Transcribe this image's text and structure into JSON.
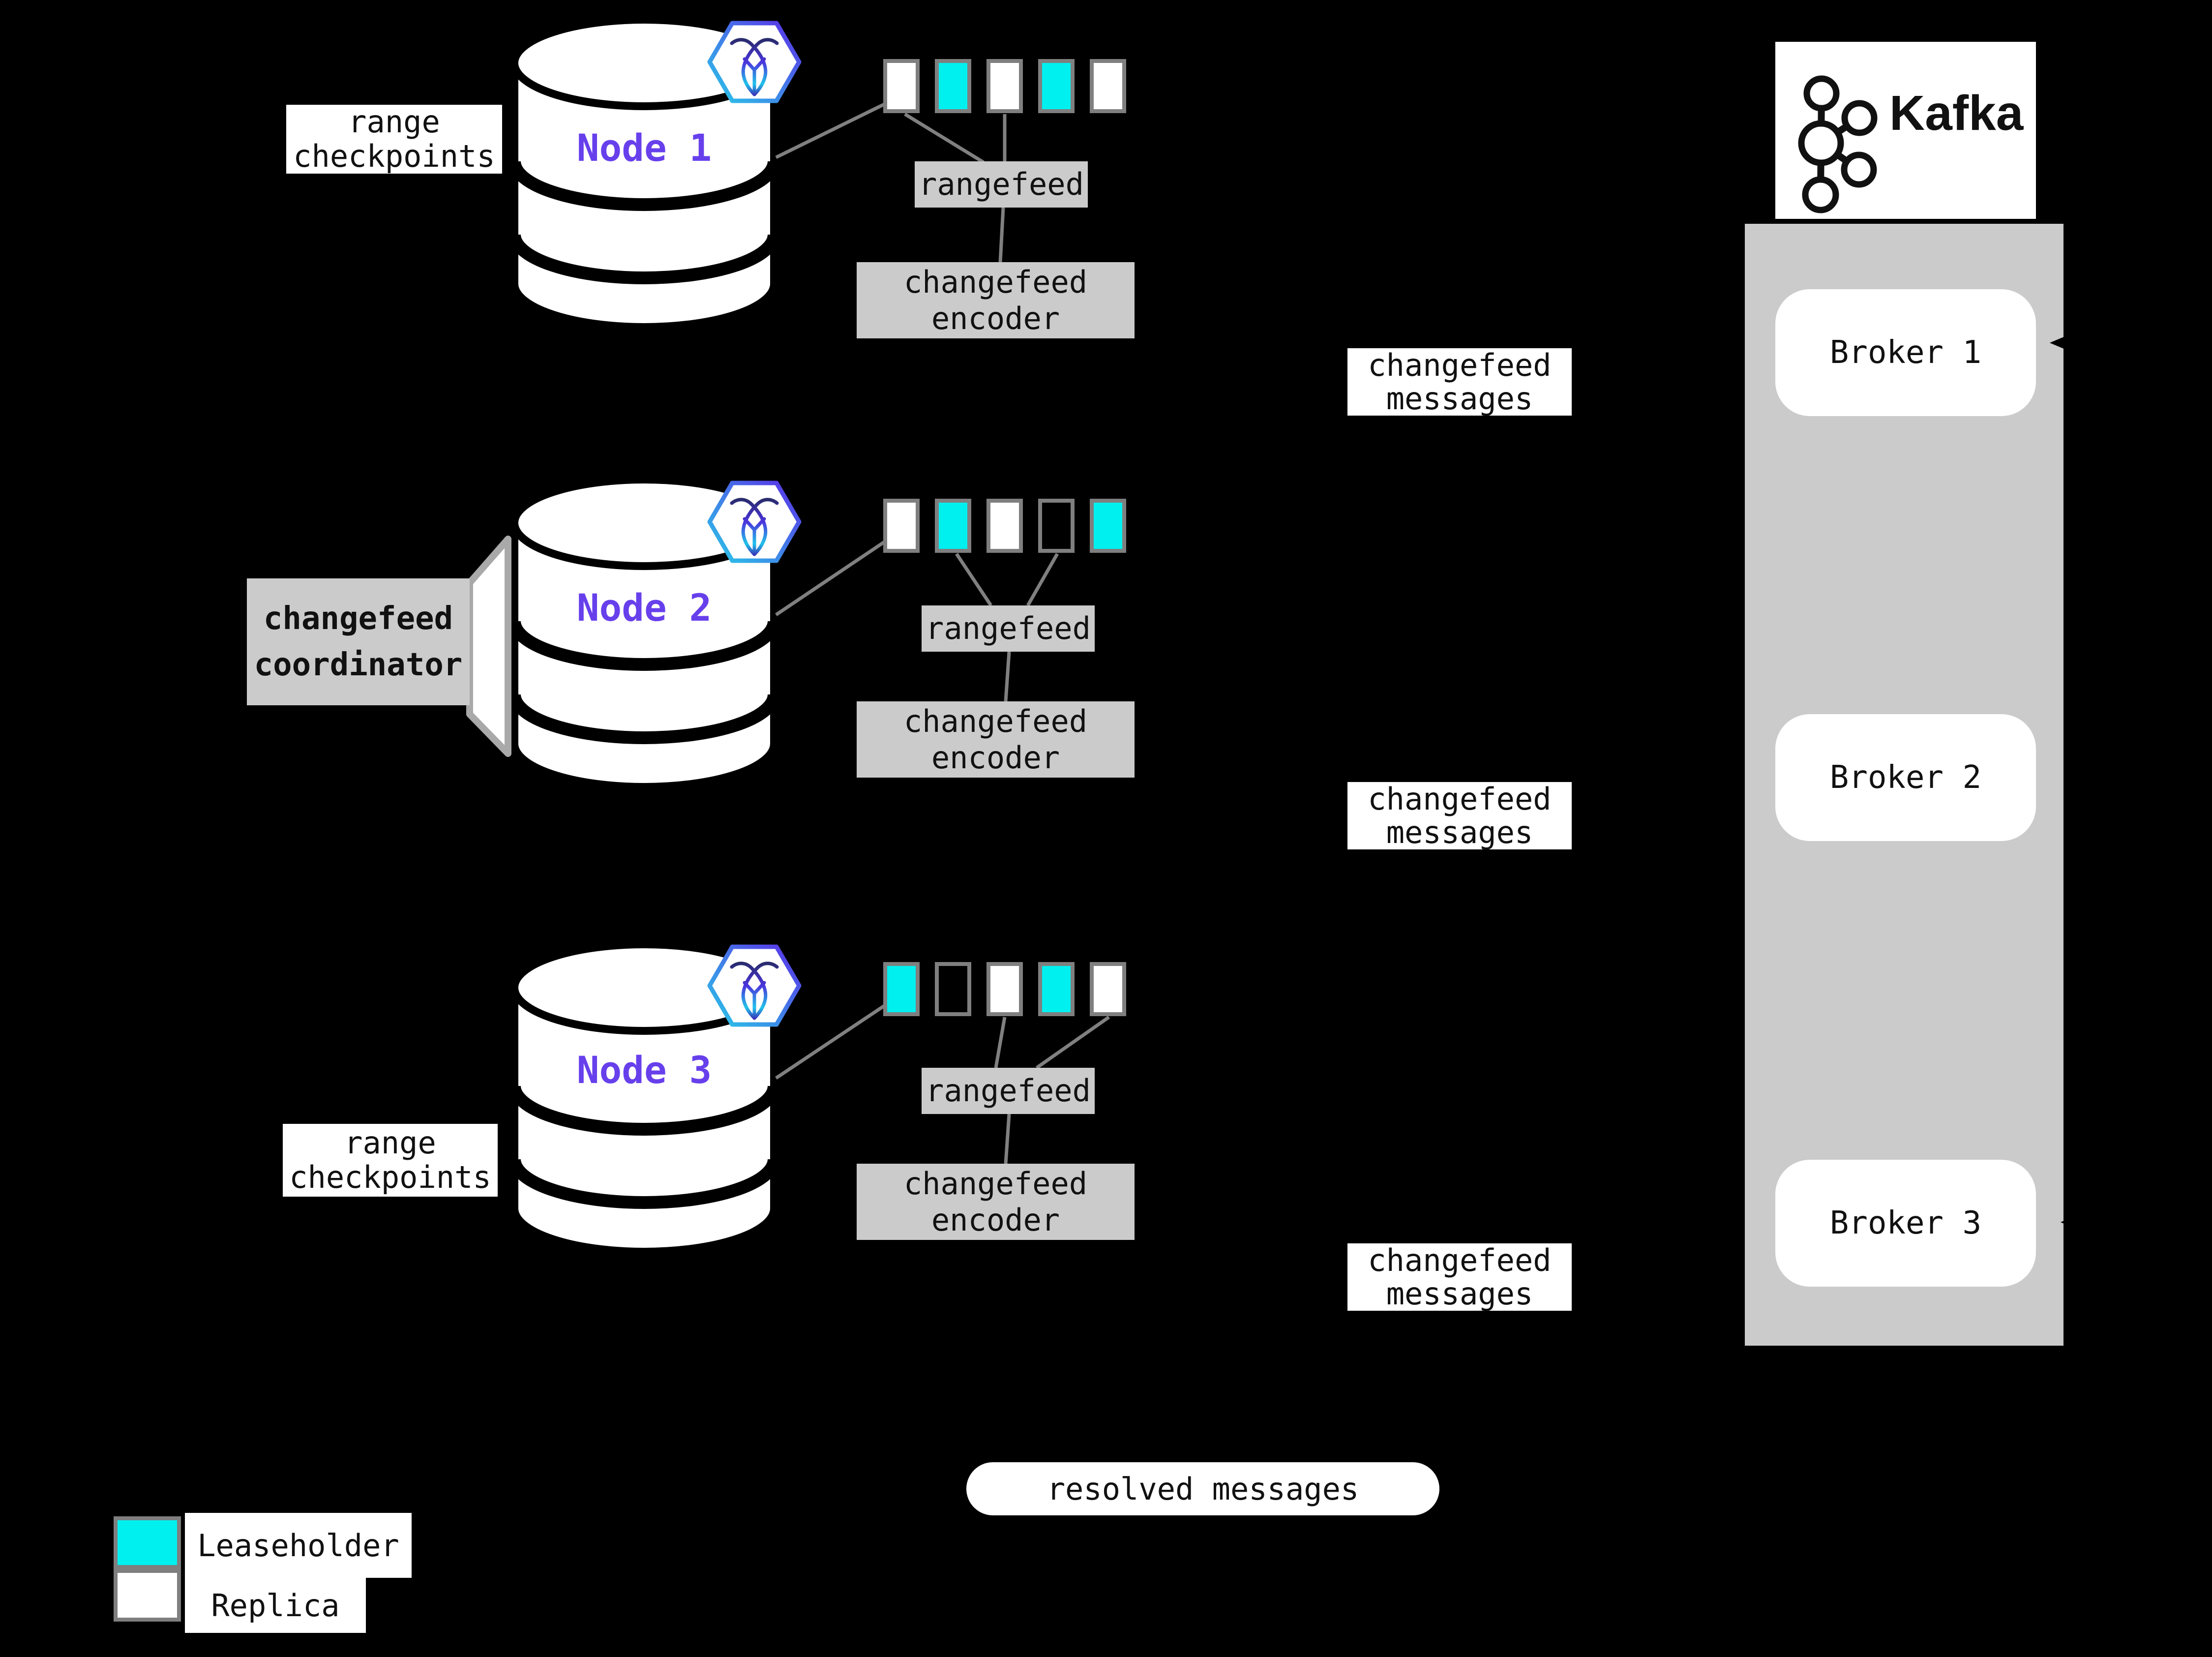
{
  "colors": {
    "background": "#000000",
    "leaseholder": "#00F0F0",
    "replica": "#FFFFFF",
    "box_gray": "#CBCBCB",
    "swatch_border": "#7F7F7F",
    "line_gray": "#808080",
    "node_label_purple": "#6740EC",
    "hex_gradient_start": "#29C9E8",
    "hex_gradient_end": "#5B2EE8"
  },
  "labels": {
    "range_checkpoints": "range checkpoints",
    "rangefeed": "rangefeed",
    "changefeed_encoder": "changefeed encoder",
    "changefeed_messages": "changefeed messages",
    "changefeed_coordinator": "changefeed coordinator",
    "resolved_messages": "resolved messages"
  },
  "legend": {
    "leaseholder": "Leaseholder",
    "replica": "Replica"
  },
  "nodes": [
    {
      "name": "Node 1",
      "replicas": [
        "replica",
        "leaseholder",
        "replica",
        "leaseholder",
        "replica"
      ]
    },
    {
      "name": "Node 2",
      "replicas": [
        "replica",
        "leaseholder",
        "replica",
        "empty",
        "leaseholder"
      ]
    },
    {
      "name": "Node 3",
      "replicas": [
        "leaseholder",
        "empty",
        "replica",
        "leaseholder",
        "replica"
      ]
    }
  ],
  "kafka": {
    "logo_text": "Kafka",
    "brokers": [
      "Broker 1",
      "Broker 2",
      "Broker 3"
    ]
  }
}
